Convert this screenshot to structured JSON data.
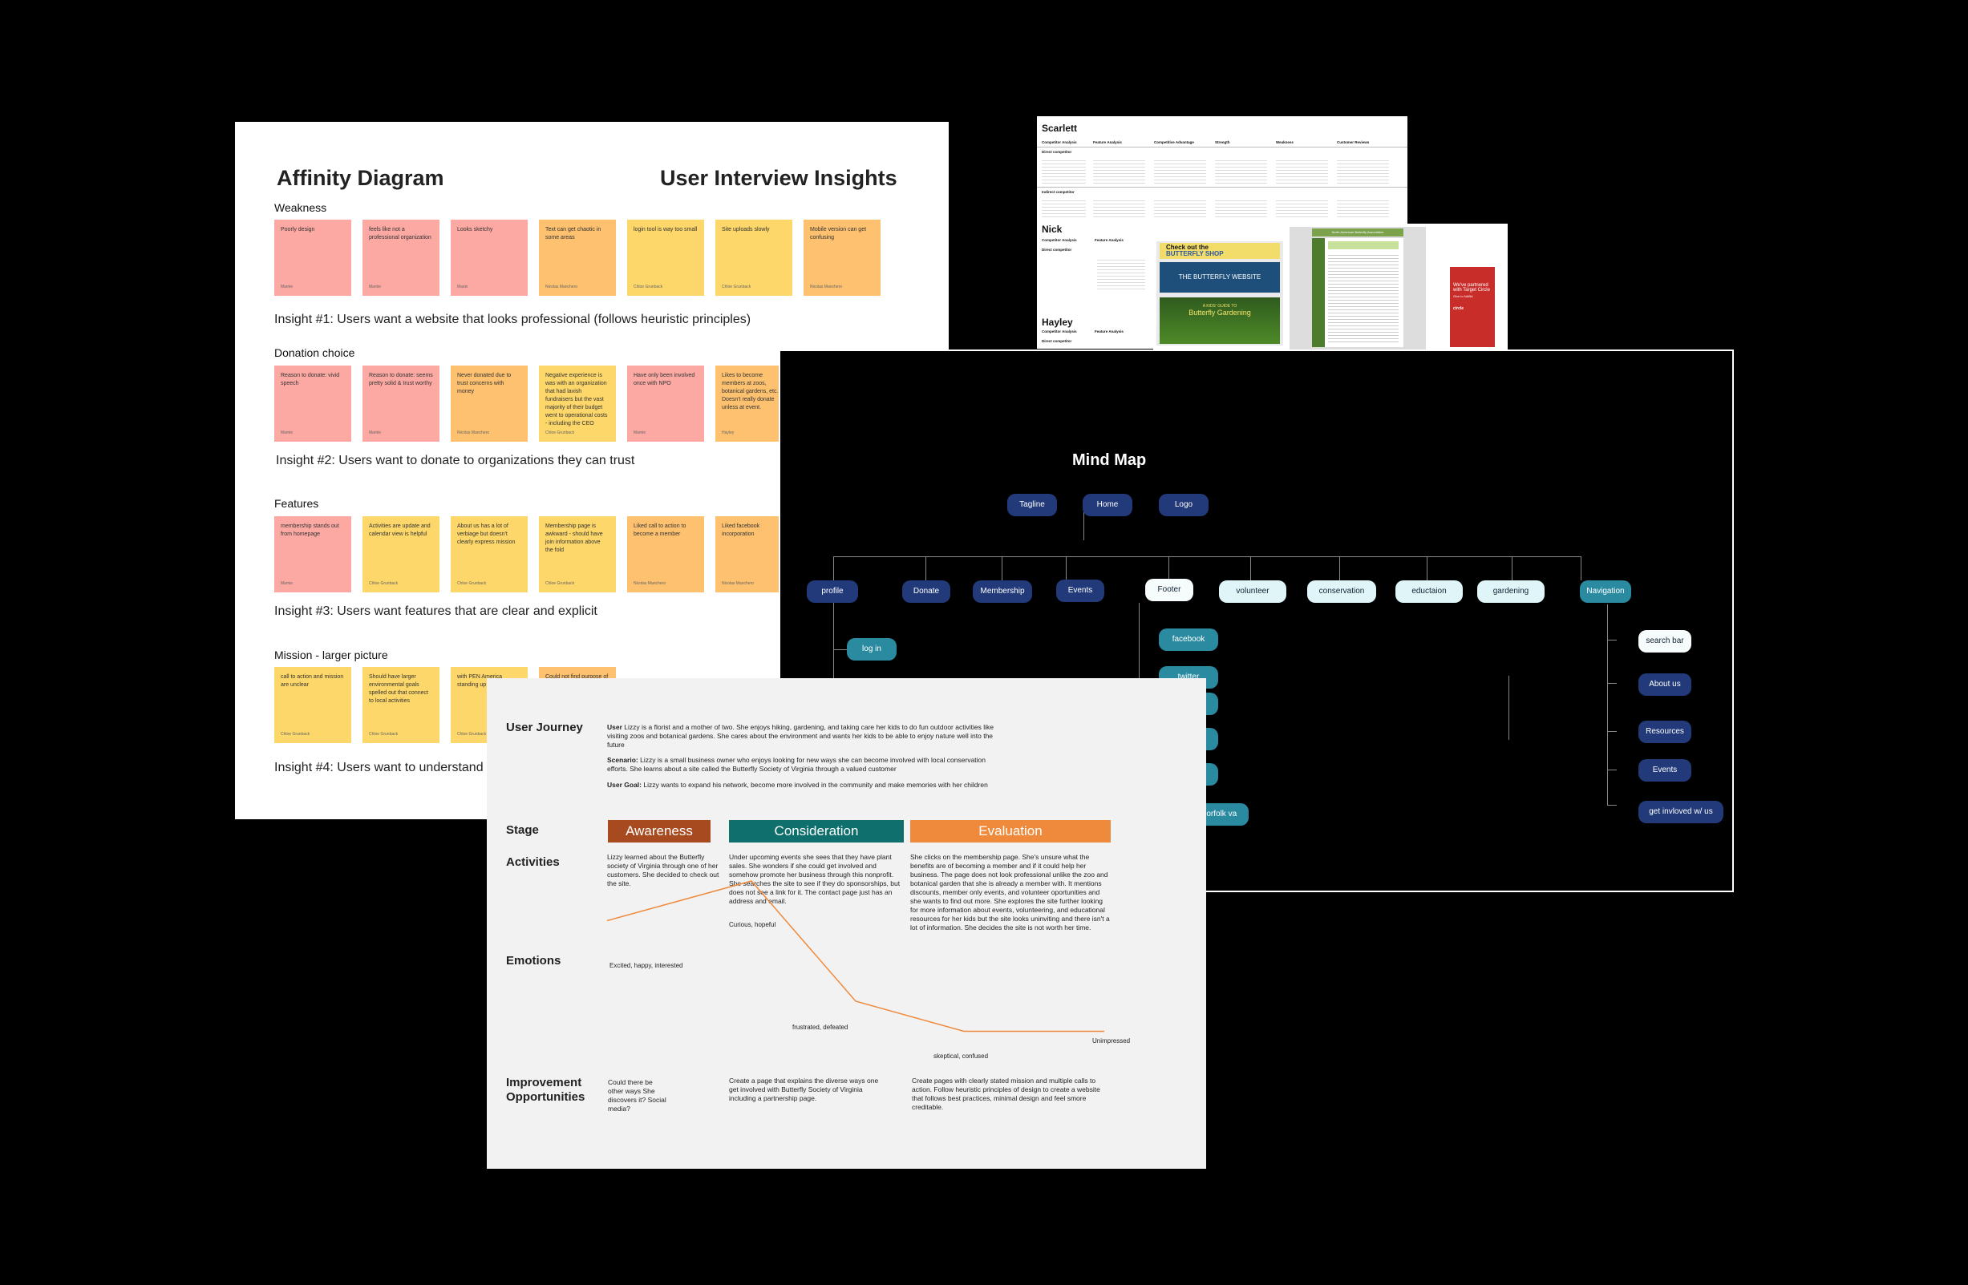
{
  "affinity": {
    "title": "Affinity Diagram",
    "subtitle": "User Interview Insights",
    "sections": [
      {
        "label": "Weakness",
        "notes": [
          {
            "text": "Poorly design",
            "who": "Mamie",
            "color": "pink"
          },
          {
            "text": "feels like not a professional organization",
            "who": "Mamie",
            "color": "pink"
          },
          {
            "text": "Looks sketchy",
            "who": "Maxin",
            "color": "pink"
          },
          {
            "text": "Text can get chaotic in some areas",
            "who": "Nicolas Manchero",
            "color": "orange"
          },
          {
            "text": "login tool is way too small",
            "who": "Chloe Grunback",
            "color": "yellow"
          },
          {
            "text": "Site uploads slowly",
            "who": "Chloe Grunback",
            "color": "yellow"
          },
          {
            "text": "Mobile version can get confusing",
            "who": "Nicolas Manchero",
            "color": "orange"
          }
        ]
      },
      {
        "label": "Donation choice",
        "notes": [
          {
            "text": "Reason to donate: vivid speech",
            "who": "Mamie",
            "color": "pink"
          },
          {
            "text": "Reason to donate: seems pretty solid & trust worthy",
            "who": "Mamie",
            "color": "pink"
          },
          {
            "text": "Never donated due to trust concerns with money",
            "who": "Nicolas Manchero",
            "color": "orange"
          },
          {
            "text": "Negative experience is was with an organization that had lavish fundraisers but the vast majority of their budget went to operational costs - including the CEO",
            "who": "Chloe Grunback",
            "color": "yellow"
          },
          {
            "text": "Have only been involved once with NPO",
            "who": "Mamie",
            "color": "pink"
          },
          {
            "text": "Likes to become members at zoos, botanical gardens, etc. Doesn't really donate unless at event.",
            "who": "Hayley",
            "color": "orange"
          }
        ]
      },
      {
        "label": "Features",
        "notes": [
          {
            "text": "membership stands out from homepage",
            "who": "Mamie",
            "color": "pink"
          },
          {
            "text": "Activities are update and calendar view is helpful",
            "who": "Chloe Grunback",
            "color": "yellow"
          },
          {
            "text": "About us has a lot of verbiage but doesn't clearly express mission",
            "who": "Chloe Grunback",
            "color": "yellow"
          },
          {
            "text": "Membership page is awkward - should have join information above the fold",
            "who": "Chloe Grunback",
            "color": "yellow"
          },
          {
            "text": "Liked call to action to become a member",
            "who": "Nicolas Manchero",
            "color": "orange"
          },
          {
            "text": "Liked facebook incorporation",
            "who": "Nicolas Manchero",
            "color": "orange"
          }
        ]
      },
      {
        "label": "Mission - larger picture",
        "notes": [
          {
            "text": "call to action and mission are unclear",
            "who": "Chloe Grunback",
            "color": "yellow"
          },
          {
            "text": "Should have larger environmental goals spelled out that connect to local activities",
            "who": "Chloe Grunback",
            "color": "yellow"
          },
          {
            "text": "with PEN America standing up speech",
            "who": "Chloe Grunback",
            "color": "yellow"
          },
          {
            "text": "Could not find purpose of",
            "who": "",
            "color": "orange"
          }
        ]
      }
    ],
    "insights": [
      "Insight #1: Users want a website that looks professional (follows heuristic principles)",
      "Insight #2: Users want to donate  to organizations  they can trust",
      "Insight #3: Users want features that are clear and explicit",
      "Insight #4: Users want to understand"
    ]
  },
  "competitor": {
    "people": [
      "Scarlett",
      "Nick",
      "Hayley"
    ],
    "column_headers": [
      "Competitor Analysis",
      "Feature Analysis",
      "Competitive Advantage",
      "Strength",
      "Weakness",
      "Customer Reviews"
    ],
    "row_labels": [
      "Direct competitor",
      "Indirect competitor"
    ],
    "nick_headers": [
      "Competitor Analysis",
      "Feature Analysis"
    ],
    "hayley_headers": [
      "Competitor Analysis",
      "Feature Analysis"
    ],
    "shots": {
      "banner_title": "Check out the",
      "banner_sub": "BUTTERFLY SHOP",
      "logo_text": "THE BUTTERFLY WEBSITE",
      "garden_pre": "A KIDS' GUIDE TO",
      "garden_title": "Butterfly Gardening",
      "nab_title": "North American Butterfly Association",
      "ad_text": "We've partnered with Target Circle",
      "ad_sub": "Give to NABA",
      "ad_brand": "circle"
    }
  },
  "mindmap": {
    "title": "Mind Map",
    "top": [
      "Tagline",
      "Home",
      "Logo"
    ],
    "level2": [
      "profile",
      "Donate",
      "Membership",
      "Events",
      "Footer",
      "volunteer",
      "conservation",
      "eductaion",
      "gardening",
      "Navigation"
    ],
    "profile_children": [
      "log in"
    ],
    "footer_children": [
      "facebook",
      "twitter",
      "gardens norfolk va"
    ],
    "nav_children": [
      "search bar",
      "About us",
      "Resources",
      "Events",
      "get invloved w/ us"
    ]
  },
  "journey": {
    "title": "User Journey",
    "user_label": "User",
    "user_text": "Lizzy is a florist and a mother of two.  She enjoys hiking, gardening, and taking care her kids to do fun outdoor activities like visiting zoos and botanical gardens. She cares about the environment and wants her kids to be able to enjoy nature well into the future",
    "scenario_label": "Scenario:",
    "scenario_text": "Lizzy is a small business owner who enjoys looking for new ways she can become involved with local conservation efforts. She learns about a site called the Butterfly Society of Virginia through a valued customer",
    "goal_label": "User Goal:",
    "goal_text": "Lizzy wants to expand his network, become more involved in the community and make memories with her children",
    "row_labels": [
      "Stage",
      "Activities",
      "Emotions",
      "Improvement Opportunities"
    ],
    "stages": [
      {
        "label": "Awareness",
        "color": "#a84a1f"
      },
      {
        "label": "Consideration",
        "color": "#0e6f6c"
      },
      {
        "label": "Evaluation",
        "color": "#ef8a3d"
      }
    ],
    "activities": [
      "Lizzy learned about the Butterfly society of Virginia through one of her customers. She decided to check out the site.",
      "Under upcoming events she sees that they have plant sales. She wonders if she could get involved and somehow promote her business through this nonprofit. She searches the site to see if they do sponsorships, but does not see a link for it. The contact page just has an address and email.",
      "She clicks on the membership page. She's unsure what the benefits are of becoming a member and if it could help her business. The page does not look professional unlike the zoo and botanical garden that she is already a member with. It mentions discounts, member only events, and volunteer oportunities and she wants to find out more. She explores the site further looking for more information about events, volunteering, and educational resources for her kids but the site looks uninviting and there isn't a lot of information. She decides the site is not worth her time."
    ],
    "emotions": [
      "Excited, happy, interested",
      "Curious, hopeful",
      "frustrated, defeated",
      "skeptical, confused",
      "Unimpressed"
    ],
    "emotion_curve": [
      0.67,
      1.0,
      0.0,
      -0.25,
      -0.25
    ],
    "improvements": [
      "Could there be other ways She discovers it? Social media?",
      "Create a page that explains the diverse ways one get involved with Butterfly Society of Virginia including a partnership page.",
      "Create pages with clearly stated mission and multiple calls to action. Follow heuristic principles of design to create a website that follows best practices,  minimal design and feel smore creditable."
    ],
    "curve_color": "#ef8a3d"
  }
}
